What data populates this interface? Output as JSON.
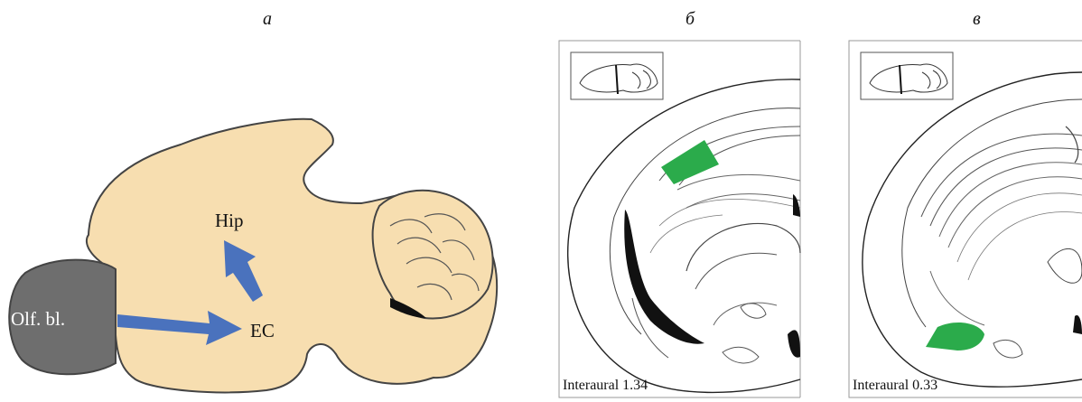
{
  "panels": {
    "a": {
      "letter": "а"
    },
    "b": {
      "letter": "б",
      "caption": "Interaural 1.34"
    },
    "c": {
      "letter": "в",
      "caption": "Interaural 0.33"
    }
  },
  "brain": {
    "labels": {
      "olf": "Olf. bl.",
      "ec": "EC",
      "hip": "Hip"
    }
  },
  "colors": {
    "brain_fill": "#f7deb0",
    "olfactory_fill": "#6e6e6e",
    "arrow": "#4a72bd",
    "highlight": "#2bab4b",
    "outline": "#444444"
  },
  "icons": {
    "arrow_olf_to_ec": "right-arrow-icon",
    "arrow_ec_to_hip": "up-left-arrow-icon"
  }
}
